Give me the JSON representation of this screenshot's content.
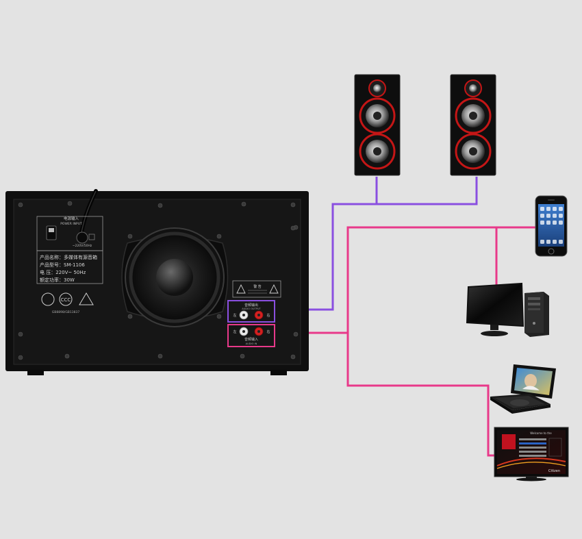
{
  "subwoofer": {
    "panel_title_cn": "电源输入",
    "panel_title_en": "POWER INPUT",
    "voltage_small": "~220V/50Hz",
    "spec_product_name": "产品名称：多媒体有源音箱",
    "spec_model": "产品型号：SM-1106",
    "spec_voltage": "电    压：220V~ 50Hz",
    "spec_power": "额定功率：30W",
    "cert_caption": "GB8898/GB13837",
    "warning_title": "警 告",
    "output_label_cn": "音频输出",
    "output_label_en": "AUDIO OUTPUT",
    "input_label_cn": "音频输入",
    "input_label_en": "AUDIO IN",
    "channel_left": "左",
    "channel_right": "右"
  },
  "tv_screen": {
    "title": "Welcome to the",
    "logo_text": "Citizen"
  },
  "colors": {
    "background": "#e3e3e3",
    "speaker_line": "#8a4fe0",
    "source_line": "#e8398a",
    "subwoofer_body": "#141414"
  },
  "icons": [
    "satellite-speaker-left",
    "satellite-speaker-right",
    "smartphone",
    "desktop-computer",
    "portable-dvd-player",
    "flat-tv"
  ]
}
